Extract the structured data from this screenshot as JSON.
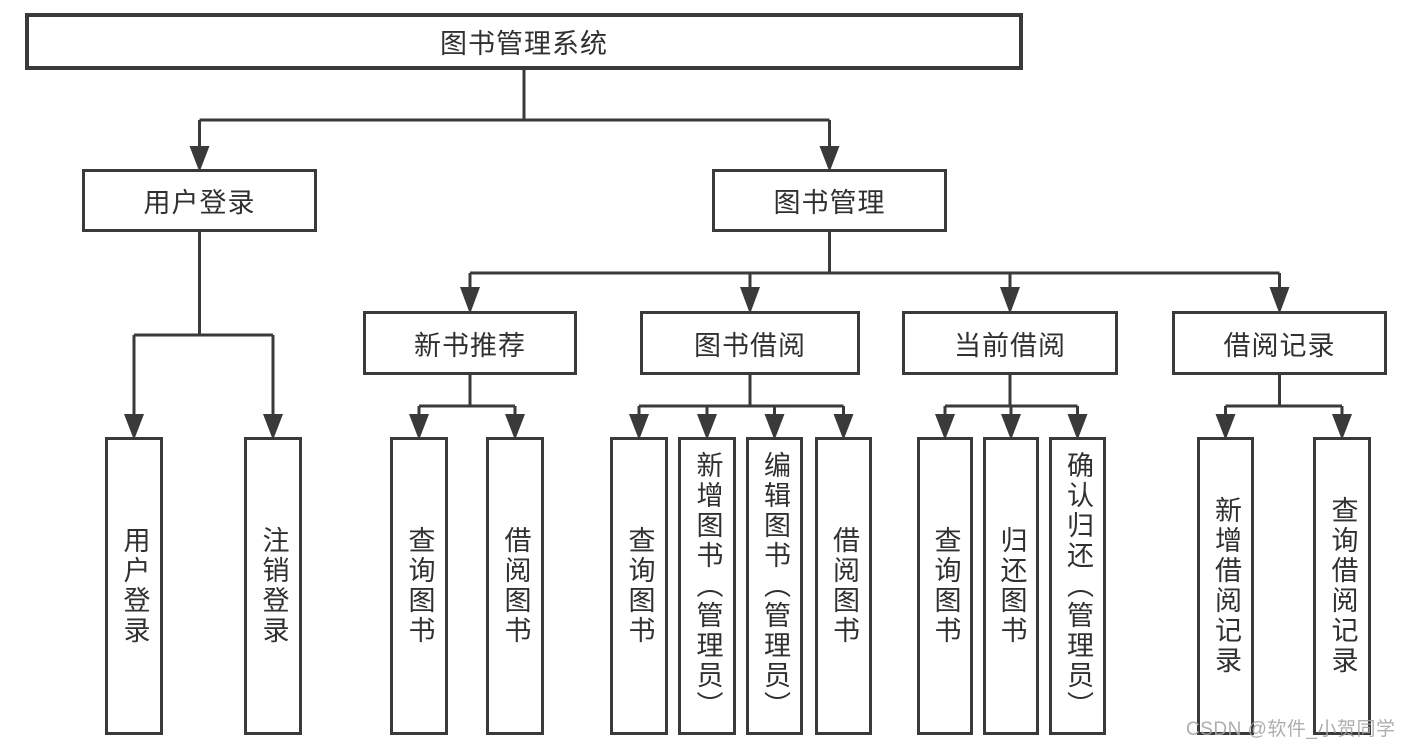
{
  "diagram_title": "图书管理系统",
  "palette": {
    "line_color": "#3a3a3a",
    "text_color": "#303030",
    "box_fill": "#ffffff",
    "background": "#ffffff",
    "watermark_color": "#a5a5a5"
  },
  "root": {
    "label": "图书管理系统"
  },
  "branches": [
    {
      "label": "用户登录",
      "children": [
        {
          "label": "用户登录"
        },
        {
          "label": "注销登录"
        }
      ]
    },
    {
      "label": "图书管理",
      "children": [
        {
          "label": "新书推荐",
          "children": [
            {
              "label": "查询图书"
            },
            {
              "label": "借阅图书"
            }
          ]
        },
        {
          "label": "图书借阅",
          "children": [
            {
              "label": "查询图书"
            },
            {
              "label": "新增图书（管理员）"
            },
            {
              "label": "编辑图书（管理员）"
            },
            {
              "label": "借阅图书"
            }
          ]
        },
        {
          "label": "当前借阅",
          "children": [
            {
              "label": "查询图书"
            },
            {
              "label": "归还图书"
            },
            {
              "label": "确认归还（管理员）"
            }
          ]
        },
        {
          "label": "借阅记录",
          "children": [
            {
              "label": "新增借阅记录"
            },
            {
              "label": "查询借阅记录"
            }
          ]
        }
      ]
    }
  ],
  "watermark": "CSDN @软件_小贺同学"
}
